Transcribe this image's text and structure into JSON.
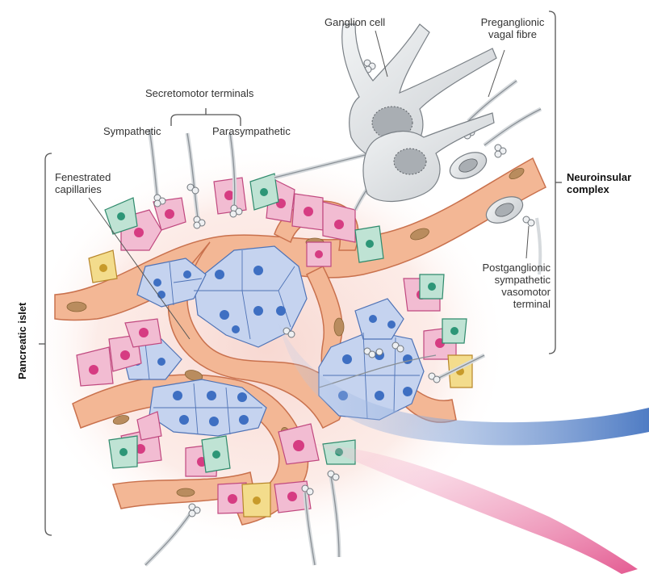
{
  "labels": {
    "ganglion_cell": "Ganglion cell",
    "preganglionic_1": "Preganglionic",
    "preganglionic_2": "vagal fibre",
    "secretomotor": "Secretomotor terminals",
    "sympathetic": "Sympathetic",
    "parasympathetic": "Parasympathetic",
    "fenestrated_1": "Fenestrated",
    "fenestrated_2": "capillaries",
    "neuroinsular_1": "Neuroinsular",
    "neuroinsular_2": "complex",
    "postganglionic_1": "Postganglionic",
    "postganglionic_2": "sympathetic",
    "postganglionic_3": "vasomotor",
    "postganglionic_4": "terminal",
    "pancreatic_islet": "Pancreatic islet"
  },
  "colors": {
    "capillary": "#f3b795",
    "capillary_edge": "#c9714d",
    "beta_cell": "#c5d3ef",
    "beta_nucleus": "#3e6fc2",
    "alpha_cell": "#f2bcd2",
    "alpha_nucleus": "#d63c82",
    "delta_cell": "#bfe3d4",
    "delta_nucleus": "#2d9677",
    "pp_cell": "#f3dc8c",
    "pp_nucleus": "#c79a2a",
    "nerve": "#e0e3e5",
    "nerve_edge": "#8a9096",
    "glow": "#f7d6cf",
    "arrow_blue": "#5d86c9",
    "arrow_pink": "#e86b9c"
  }
}
